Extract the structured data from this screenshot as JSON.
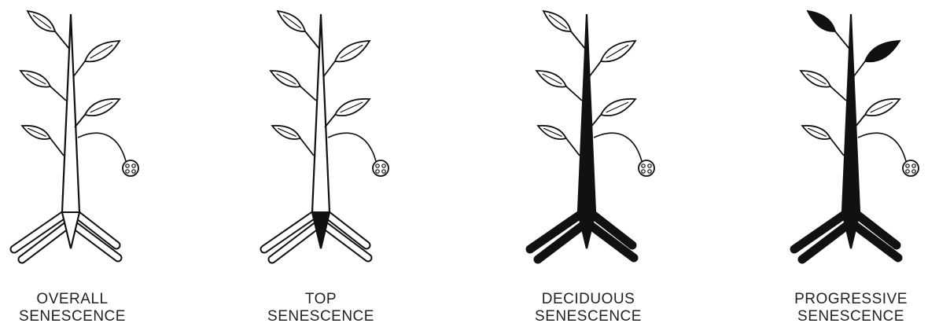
{
  "colors": {
    "ink": "#111111",
    "paper": "#ffffff"
  },
  "plants": [
    {
      "id": "overall",
      "line1": "OVERALL",
      "line2": "SENESCENCE",
      "stem_fill": "#ffffff",
      "base_fill": "#ffffff",
      "root_fill": "#ffffff",
      "dark_leaves": []
    },
    {
      "id": "top",
      "line1": "TOP",
      "line2": "SENESCENCE",
      "stem_fill": "#ffffff",
      "base_fill": "#111111",
      "root_fill": "#ffffff",
      "dark_leaves": []
    },
    {
      "id": "deciduous",
      "line1": "DECIDUOUS",
      "line2": "SENESCENCE",
      "stem_fill": "#111111",
      "base_fill": "#111111",
      "root_fill": "#111111",
      "dark_leaves": []
    },
    {
      "id": "progressive",
      "line1": "PROGRESSIVE",
      "line2": "SENESCENCE",
      "stem_fill": "#111111",
      "base_fill": "#111111",
      "root_fill": "#111111",
      "dark_leaves": [
        0,
        1
      ]
    }
  ]
}
